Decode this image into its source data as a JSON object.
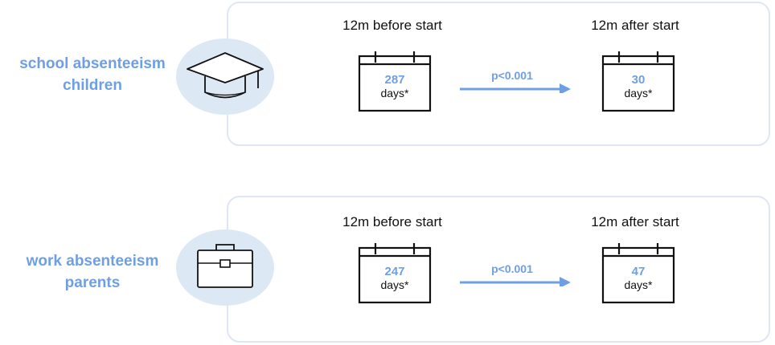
{
  "colors": {
    "accent": "#6e9fe4",
    "panel_border": "#dde6f3",
    "circle_fill": "#dde8f5"
  },
  "rows": [
    {
      "label_line1": "school absenteeism",
      "label_line2": "children",
      "icon": "graduation-cap-icon",
      "before": {
        "title": "12m before start",
        "value": "287",
        "unit": "days*"
      },
      "after": {
        "title": "12m after start",
        "value": "30",
        "unit": "days*"
      },
      "p_value": "p<0.001"
    },
    {
      "label_line1": "work absenteeism",
      "label_line2": "parents",
      "icon": "briefcase-icon",
      "before": {
        "title": "12m before start",
        "value": "247",
        "unit": "days*"
      },
      "after": {
        "title": "12m after start",
        "value": "47",
        "unit": "days*"
      },
      "p_value": "p<0.001"
    }
  ]
}
